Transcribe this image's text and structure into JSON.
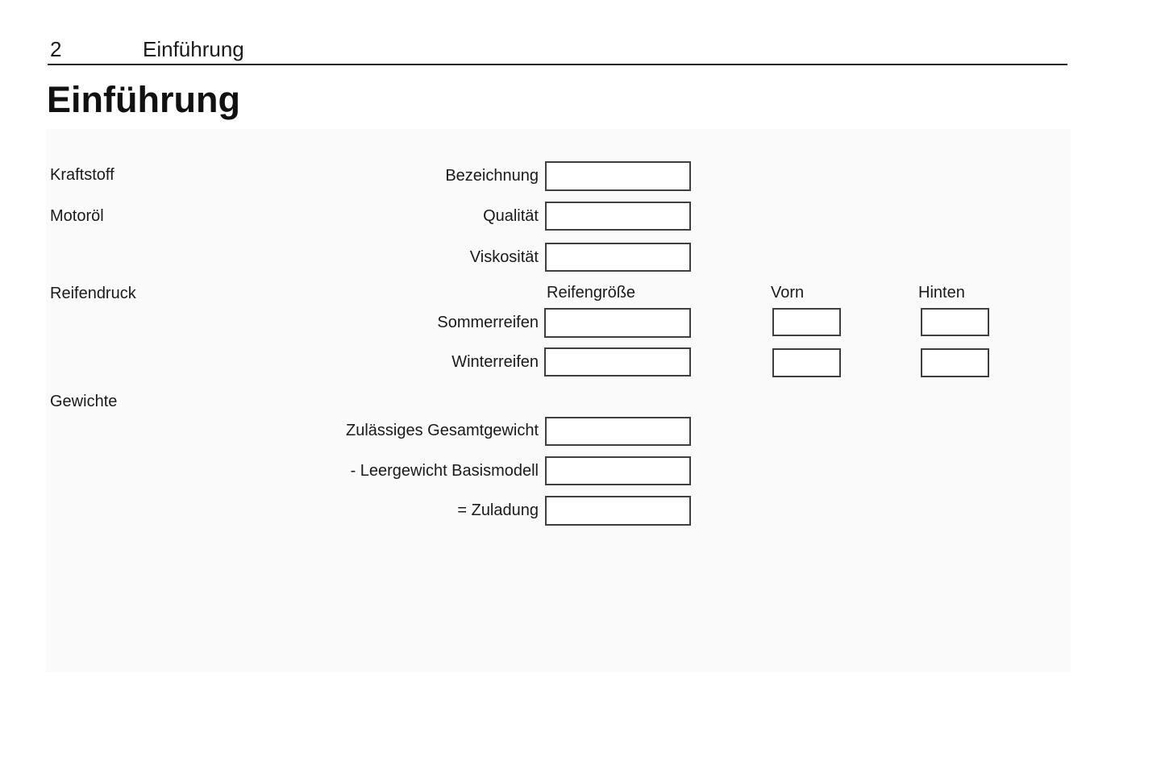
{
  "running_header": {
    "page_number": "2",
    "chapter": "Einführung"
  },
  "page_title": "Einführung",
  "colors": {
    "text": "#1a1a1a",
    "box_border": "#3f3f3f",
    "panel_background": "#fafafa",
    "header_rule": "#1f1f1f"
  },
  "form": {
    "sections": {
      "fuel_label": "Kraftstoff",
      "oil_label": "Motoröl",
      "tire_pressure_label": "Reifendruck",
      "weights_label": "Gewichte"
    },
    "fuel": {
      "designation": {
        "label": "Bezeichnung",
        "value": ""
      }
    },
    "oil": {
      "quality": {
        "label": "Qualität",
        "value": ""
      },
      "viscosity": {
        "label": "Viskosität",
        "value": ""
      }
    },
    "tire_table": {
      "columns": {
        "size": "Reifengröße",
        "front": "Vorn",
        "rear": "Hinten"
      },
      "rows": [
        {
          "label": "Sommerreifen",
          "size": "",
          "front": "",
          "rear": ""
        },
        {
          "label": "Winterreifen",
          "size": "",
          "front": "",
          "rear": ""
        }
      ]
    },
    "weights": {
      "gross": {
        "label": "Zulässiges Gesamtgewicht",
        "value": ""
      },
      "curb": {
        "label": "- Leergewicht Basismodell",
        "value": ""
      },
      "payload": {
        "label": "= Zuladung",
        "value": ""
      }
    }
  }
}
